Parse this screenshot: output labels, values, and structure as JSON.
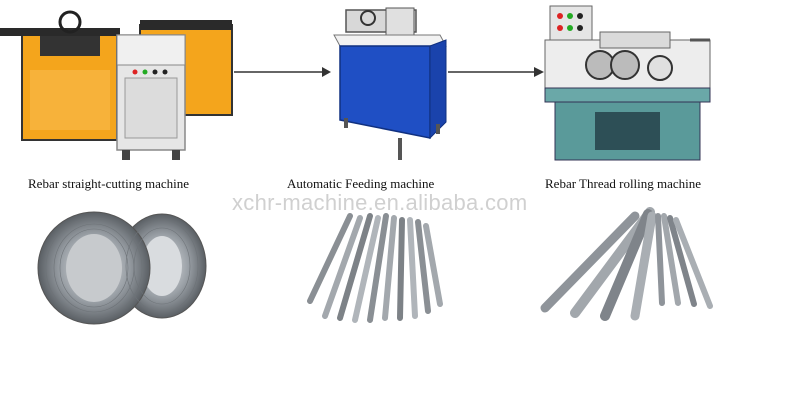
{
  "captions": {
    "machine_1": "Rebar straight-cutting machine",
    "machine_2": "Automatic Feeding machine",
    "machine_3": "Rebar Thread rolling machine"
  },
  "watermark": "xchr-machine.en.alibaba.com",
  "colors": {
    "machine_yellow": "#f5a623",
    "cabinet_grey": "#e6e6e6",
    "feeder_blue": "#1f4fc4",
    "roller_teal": "#5a9a9a",
    "arrow": "#333333",
    "steel": "#9aa0a6"
  }
}
